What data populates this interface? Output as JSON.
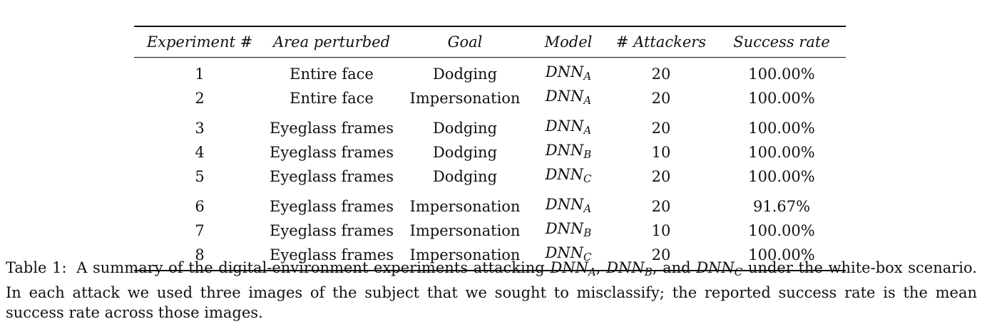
{
  "table": {
    "headers": [
      "Experiment #",
      "Area perturbed",
      "Goal",
      "Model",
      "# Attackers",
      "Success rate"
    ],
    "rows": [
      {
        "experiment": "1",
        "area": "Entire face",
        "goal": "Dodging",
        "model": {
          "base": "DNN",
          "sub": "A"
        },
        "attackers": "20",
        "success": "100.00%"
      },
      {
        "experiment": "2",
        "area": "Entire face",
        "goal": "Impersonation",
        "model": {
          "base": "DNN",
          "sub": "A"
        },
        "attackers": "20",
        "success": "100.00%"
      },
      {
        "experiment": "3",
        "area": "Eyeglass frames",
        "goal": "Dodging",
        "model": {
          "base": "DNN",
          "sub": "A"
        },
        "attackers": "20",
        "success": "100.00%"
      },
      {
        "experiment": "4",
        "area": "Eyeglass frames",
        "goal": "Dodging",
        "model": {
          "base": "DNN",
          "sub": "B"
        },
        "attackers": "10",
        "success": "100.00%"
      },
      {
        "experiment": "5",
        "area": "Eyeglass frames",
        "goal": "Dodging",
        "model": {
          "base": "DNN",
          "sub": "C"
        },
        "attackers": "20",
        "success": "100.00%"
      },
      {
        "experiment": "6",
        "area": "Eyeglass frames",
        "goal": "Impersonation",
        "model": {
          "base": "DNN",
          "sub": "A"
        },
        "attackers": "20",
        "success": "91.67%"
      },
      {
        "experiment": "7",
        "area": "Eyeglass frames",
        "goal": "Impersonation",
        "model": {
          "base": "DNN",
          "sub": "B"
        },
        "attackers": "10",
        "success": "100.00%"
      },
      {
        "experiment": "8",
        "area": "Eyeglass frames",
        "goal": "Impersonation",
        "model": {
          "base": "DNN",
          "sub": "C"
        },
        "attackers": "20",
        "success": "100.00%"
      }
    ]
  },
  "caption": {
    "label": "Table 1:",
    "text_1": "A summary of the digital-environment experiments attacking",
    "model_a": {
      "base": "DNN",
      "sub": "A"
    },
    "sep_1": ",",
    "model_b": {
      "base": "DNN",
      "sub": "B"
    },
    "sep_2": ", and",
    "model_c": {
      "base": "DNN",
      "sub": "C"
    },
    "text_2": "under the white-box scenario. In each attack we used three images of the subject that we sought to misclassify; the reported success rate is the mean success rate across those images."
  }
}
